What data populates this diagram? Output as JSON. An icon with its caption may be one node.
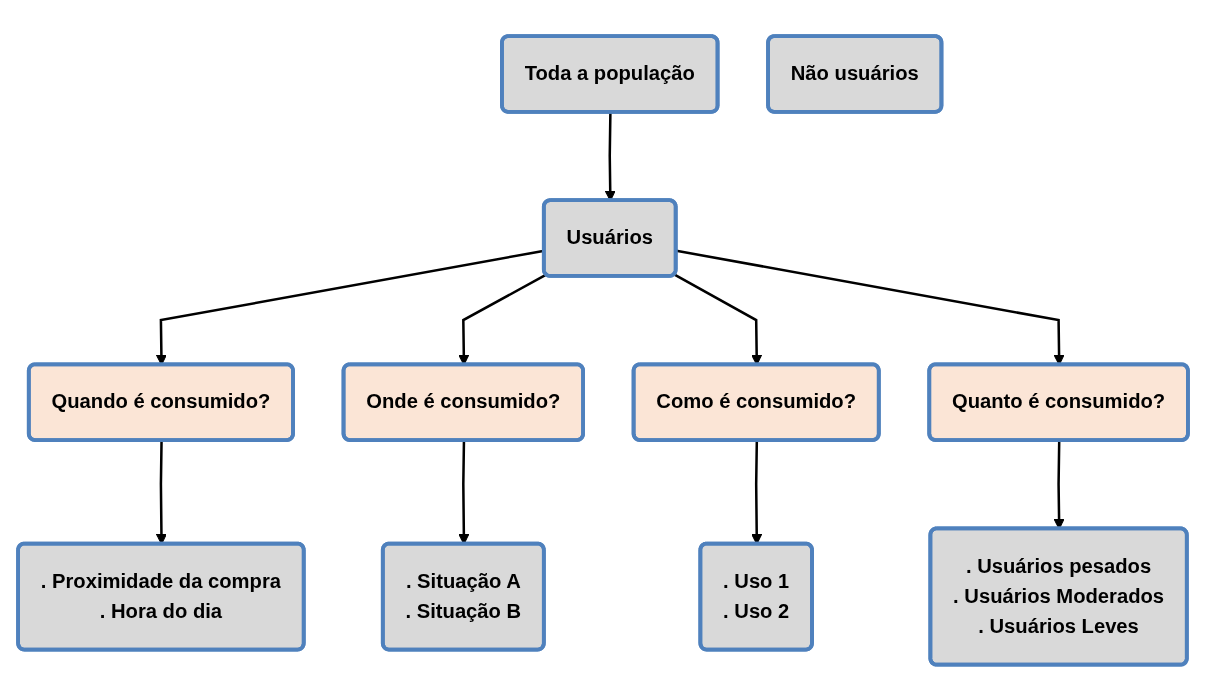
{
  "diagram": {
    "nodes": [
      {
        "text": [
          "Toda a população"
        ]
      },
      {
        "text": [
          "Usuários"
        ]
      },
      {
        "text": [
          "Não usuários"
        ]
      },
      {
        "text": [
          "Quando é consumido?"
        ]
      },
      {
        "text": [
          "Onde é consumido?"
        ]
      },
      {
        "text": [
          "Como é consumido?"
        ]
      },
      {
        "text": [
          "Quanto é consumido?"
        ]
      },
      {
        "text": [
          ". Proximidade da compra",
          ". Hora do dia"
        ]
      },
      {
        "text": [
          ". Situação A",
          ". Situação B"
        ]
      },
      {
        "text": [
          ". Uso 1",
          ". Uso 2"
        ]
      },
      {
        "text": [
          ". Usuários pesados",
          ". Usuários Moderados",
          ". Usuários Leves"
        ]
      }
    ],
    "edges": [
      {
        "from": 0,
        "to": 1,
        "arrow": "to"
      },
      {
        "from": 1,
        "to": 3,
        "arrow": "to"
      },
      {
        "from": 1,
        "to": 4,
        "arrow": "to"
      },
      {
        "from": 1,
        "to": 5,
        "arrow": "to"
      },
      {
        "from": 1,
        "to": 6,
        "arrow": "to"
      },
      {
        "from": 3,
        "to": 7,
        "arrow": "to"
      },
      {
        "from": 4,
        "to": 8,
        "arrow": "to"
      },
      {
        "from": 5,
        "to": 9,
        "arrow": "to"
      },
      {
        "from": 6,
        "to": 10,
        "arrow": "to"
      }
    ]
  }
}
